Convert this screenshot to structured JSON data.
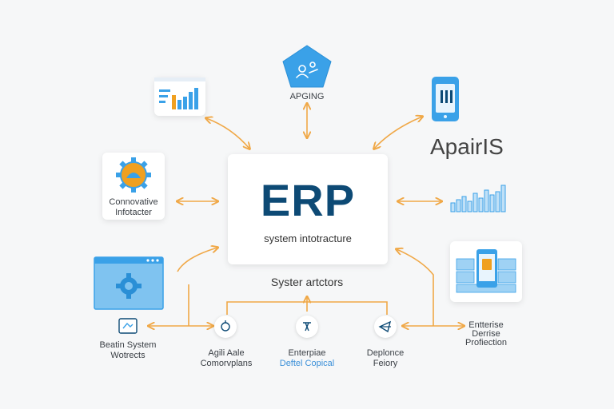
{
  "center": {
    "title": "ERP",
    "subtitle": "system intotracture"
  },
  "nodes": {
    "top": {
      "label": "APGING"
    },
    "top_right": {
      "label": "ApairIS"
    },
    "left_mid": {
      "label_line1": "Connovative",
      "label_line2": "Infotacter"
    },
    "mid_bottom": {
      "label": "Syster artctors"
    },
    "bottom_1": {
      "label_line1": "Beatin System",
      "label_line2": "Wotrects"
    },
    "bottom_2": {
      "label_line1": "Agili Aale",
      "label_line2": "Comorvplans"
    },
    "bottom_3": {
      "label_line1": "Enterpiae",
      "label_line2": "Deftel Copical"
    },
    "bottom_4": {
      "label_line1": "Deplonce",
      "label_line2": "Feiory"
    },
    "bottom_5": {
      "label_line1": "Entterise",
      "label_line2": "Derrise",
      "label_line3": "Profiection"
    }
  },
  "colors": {
    "accent_blue": "#3aa1e8",
    "navy": "#0d4a75",
    "arrow_orange": "#f0a847",
    "gear_orange": "#f0a020"
  }
}
